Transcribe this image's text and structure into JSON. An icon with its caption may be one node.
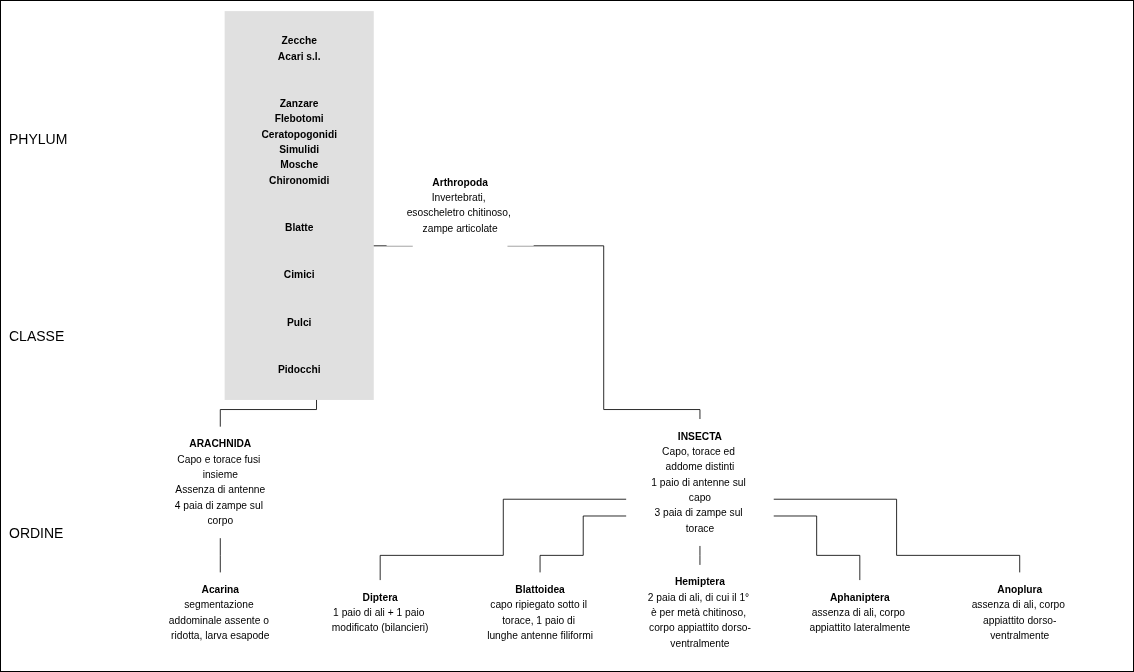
{
  "diagram": {
    "nodes": [
      {
        "text": [
          "Arthropoda",
          "Invertebrati, esoscheletro chitinoso, zampe articolate"
        ]
      },
      {
        "text": [
          "ARACHNIDA",
          "Capo e torace fusi insieme",
          "Assenza di antenne",
          "4 paia di zampe sul corpo"
        ]
      },
      {
        "text": [
          "INSECTA",
          "Capo, torace ed addome distinti",
          "1 paio di antenne sul capo",
          "3 paia di zampe sul torace"
        ]
      },
      {
        "text": [
          "Acarina",
          "segmentazione addominale assente o ridotta, larva esapode"
        ]
      },
      {
        "text": [
          "Diptera",
          "1 paio di ali + 1 paio modificato (bilancieri)"
        ]
      },
      {
        "text": [
          "Blattoidea",
          "capo ripiegato sotto il torace, 1 paio di lunghe antenne filiformi"
        ]
      },
      {
        "text": [
          "Hemiptera",
          "2 paia di ali, di cui il 1° è per metà chitinoso, corpo appiattito dorso-ventralmente"
        ]
      },
      {
        "text": [
          "Aphaniptera",
          "assenza di ali, corpo appiattito lateralmente"
        ]
      },
      {
        "text": [
          "Anoplura",
          "assenza di ali, corpo appiattito dorso-ventralmente"
        ]
      },
      {
        "text": [],
        "shape": "bar"
      },
      {
        "text": [
          "Zecche",
          "Acari s.l."
        ],
        "in": 9
      },
      {
        "text": [
          "Zanzare",
          "Flebotomi",
          "Ceratopogonidi",
          "Simulidi",
          "Mosche",
          "Chironomidi"
        ],
        "in": 9
      },
      {
        "text": [
          "Blatte"
        ],
        "in": 9
      },
      {
        "text": [
          "Cimici"
        ],
        "in": 9
      },
      {
        "text": [
          "Pulci"
        ],
        "in": 9
      },
      {
        "text": [
          "Pidocchi"
        ],
        "in": 9
      }
    ],
    "edges": [
      {
        "from": 0,
        "to": 1,
        "arrow": "none"
      },
      {
        "from": 0,
        "to": 2,
        "arrow": "none"
      },
      {
        "from": 1,
        "to": 3,
        "arrow": "none"
      },
      {
        "from": 2,
        "to": 4,
        "arrow": "none"
      },
      {
        "from": 2,
        "to": 5,
        "arrow": "none"
      },
      {
        "from": 2,
        "to": 6,
        "arrow": "none"
      },
      {
        "from": 2,
        "to": 7,
        "arrow": "none"
      },
      {
        "from": 2,
        "to": 8,
        "arrow": "none"
      }
    ],
    "labels": [
      "PHYLUM",
      "CLASSE",
      "ORDINE"
    ]
  }
}
